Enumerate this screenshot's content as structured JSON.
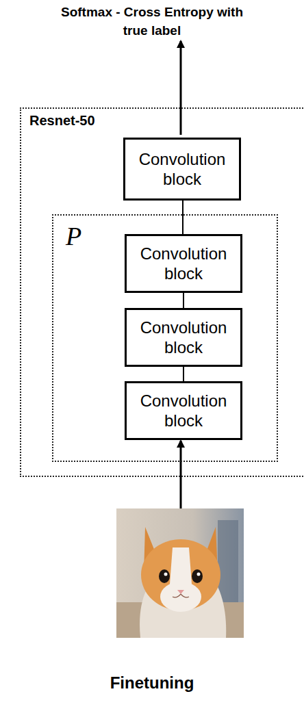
{
  "diagram": {
    "caption": "Finetuning",
    "nodes": [
      {
        "text": [
          "Resnet-50"
        ]
      },
      {
        "text": [
          "Convolution block"
        ],
        "in": 0
      },
      {
        "text": [
          "P"
        ],
        "in": 0
      },
      {
        "text": [
          "Convolution block"
        ],
        "in": 2
      },
      {
        "text": [
          "Convolution block"
        ],
        "in": 2
      },
      {
        "text": [
          "Convolution block"
        ],
        "in": 2
      }
    ],
    "edges": [
      {
        "from": 1,
        "to": 3,
        "arrow": "none"
      },
      {
        "from": 3,
        "to": 4,
        "arrow": "none"
      },
      {
        "from": 4,
        "to": 5,
        "arrow": "none"
      }
    ],
    "labels": [
      "Softmax - Cross Entropy with true label"
    ]
  }
}
